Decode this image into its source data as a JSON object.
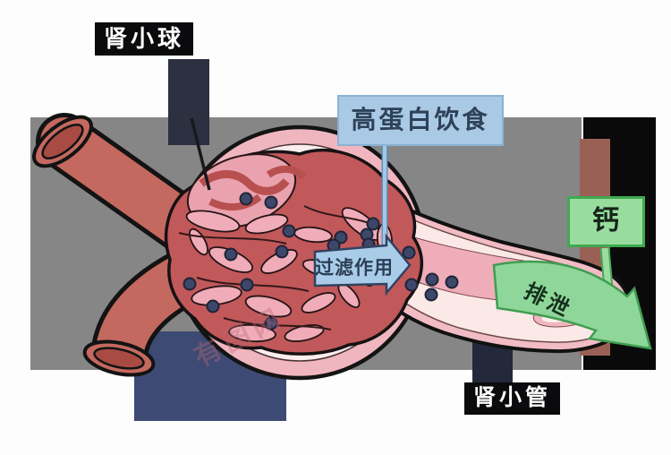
{
  "diagram": {
    "labels": {
      "glomerulus": "肾小球",
      "high_protein_diet": "高蛋白饮食",
      "filtration": "过滤作用",
      "calcium": "钙",
      "excretion": "排泄",
      "renal_tubule": "肾小管"
    },
    "watermark": "有图网",
    "colors": {
      "panel_gray": "#868686",
      "label_box_black": "#0b0b0d",
      "label_text_white": "#ffffff",
      "info_box_blue": "#a9c9e5",
      "arrow_blue": "#a9cce9",
      "calcium_box_green": "#98dd9e",
      "arrow_green": "#8fd69a",
      "vessel_red": "#c4695f",
      "capillary_red": "#c1585a",
      "capsule_pink": "#f0b6c0",
      "tubule_lumen_pink": "#efadb9",
      "particle_navy": "#3d4769",
      "top_block_navy": "#2c3040",
      "bottom_block_navy": "#3d4a74",
      "side_band_black": "#0a0a0a",
      "side_band_brown": "#9b6055"
    }
  }
}
